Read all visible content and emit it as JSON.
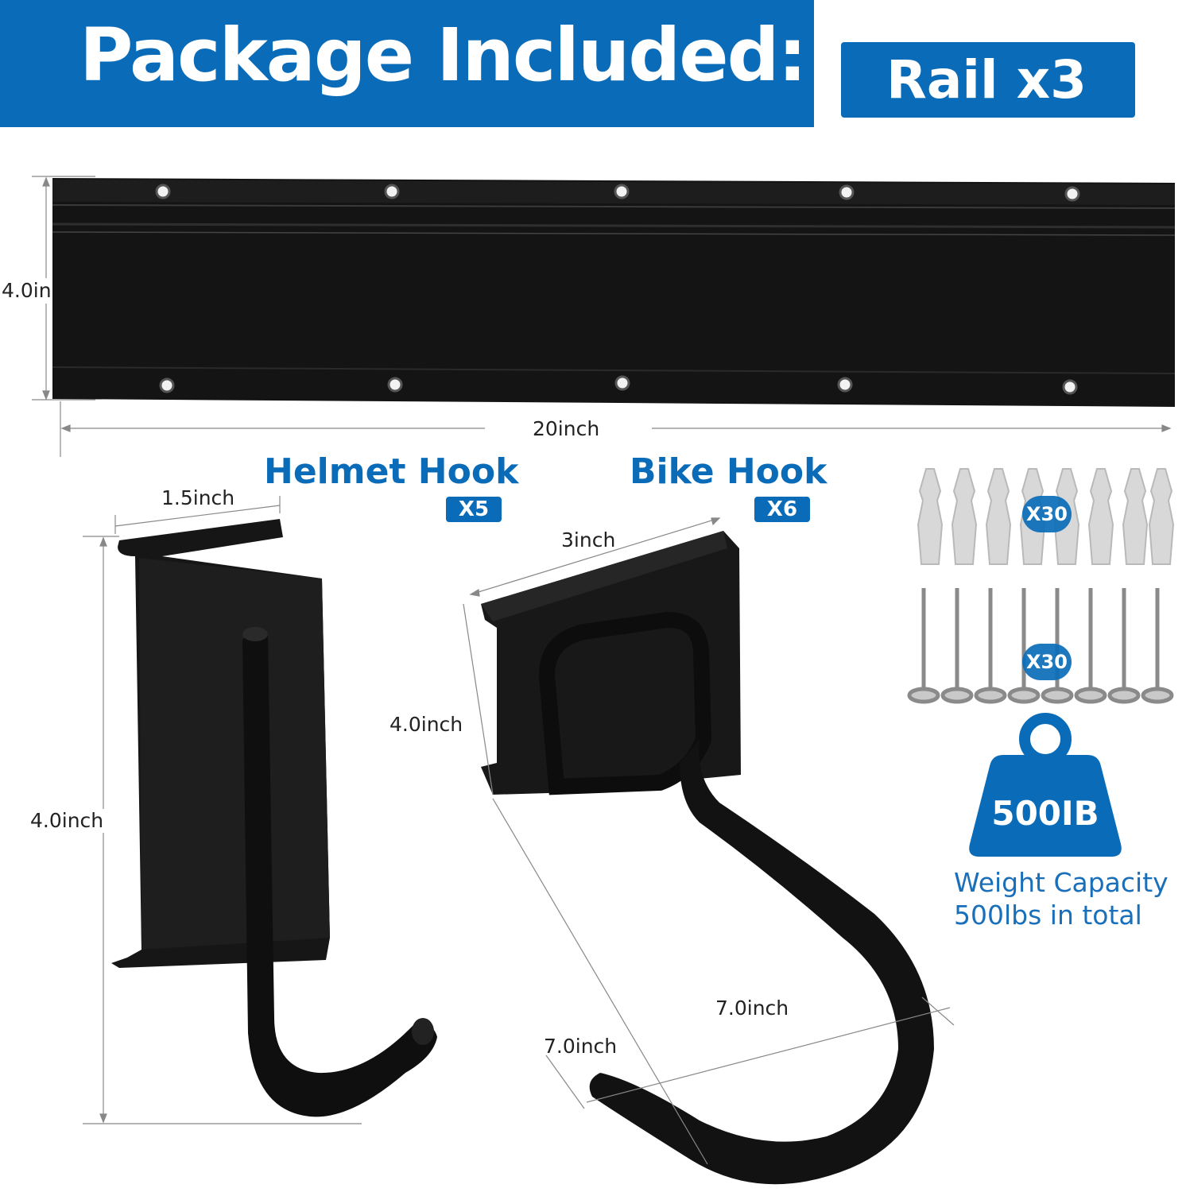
{
  "header": {
    "title": "Package Included:",
    "rail_label": "Rail x3"
  },
  "rail": {
    "height_label": "4.0in",
    "width_label": "20inch"
  },
  "helmet_hook": {
    "title": "Helmet Hook",
    "quantity": "X5",
    "width_label": "1.5inch",
    "height_label": "4.0inch"
  },
  "bike_hook": {
    "title": "Bike Hook",
    "quantity": "X6",
    "width_label": "3inch",
    "height_label": "4.0inch",
    "length_label": "7.0inch",
    "opening_label": "7.0inch"
  },
  "hardware": {
    "anchors_qty": "X30",
    "screws_qty": "X30"
  },
  "capacity": {
    "weight_badge": "500IB",
    "line1": "Weight Capacity",
    "line2": "500lbs in total"
  },
  "colors": {
    "accent": "#0a6cb8",
    "product": "#151515"
  }
}
